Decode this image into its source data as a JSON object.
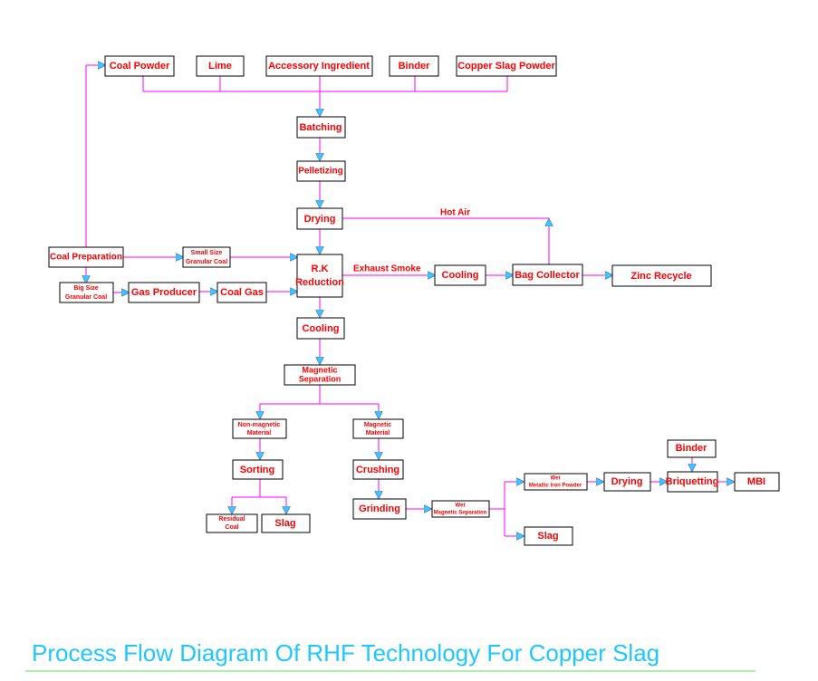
{
  "title": "Process Flow Diagram Of RHF Technology For Copper Slag",
  "colors": {
    "text": "#ff0000",
    "line": "#ff00ff",
    "arrow": "#33ccff",
    "title": "#1ec8ff",
    "underline": "#66dd66"
  },
  "nodes": {
    "coal_powder": "Coal Powder",
    "lime": "Lime",
    "accessory": "Accessory Ingredient",
    "binder_top": "Binder",
    "copper_slag_powder": "Copper Slag Powder",
    "batching": "Batching",
    "pelletizing": "Pelletizing",
    "drying": "Drying",
    "coal_prep": "Coal Preparation",
    "small_coal_1": "Small Size",
    "small_coal_2": "Granular Coal",
    "big_coal_1": "Big Size",
    "big_coal_2": "Granular Coal",
    "gas_producer": "Gas Producer",
    "coal_gas": "Coal Gas",
    "rk_1": "R.K",
    "rk_2": "Reduction",
    "cooling_side": "Cooling",
    "bag_collector": "Bag Collector",
    "zinc_recycle": "Zinc Recycle",
    "cooling_main": "Cooling",
    "mag_sep_1": "Magnetic",
    "mag_sep_2": "Separation",
    "nonmag_1": "Non-magnetic",
    "nonmag_2": "Material",
    "mag_mat_1": "Magnetic",
    "mag_mat_2": "Material",
    "sorting": "Sorting",
    "crushing": "Crushing",
    "residual_1": "Residual",
    "residual_2": "Coal",
    "slag_1": "Slag",
    "grinding": "Grinding",
    "wet_mag_1": "Wet",
    "wet_mag_2": "Magnetic Separation",
    "wet_iron_1": "Wet",
    "wet_iron_2": "Metallic Iron Powder",
    "drying_2": "Drying",
    "binder_2": "Binder",
    "briquetting": "Briquetting",
    "mbi": "MBI",
    "slag_2": "Slag"
  },
  "edge_labels": {
    "hot_air": "Hot Air",
    "exhaust_smoke": "Exhaust Smoke"
  }
}
